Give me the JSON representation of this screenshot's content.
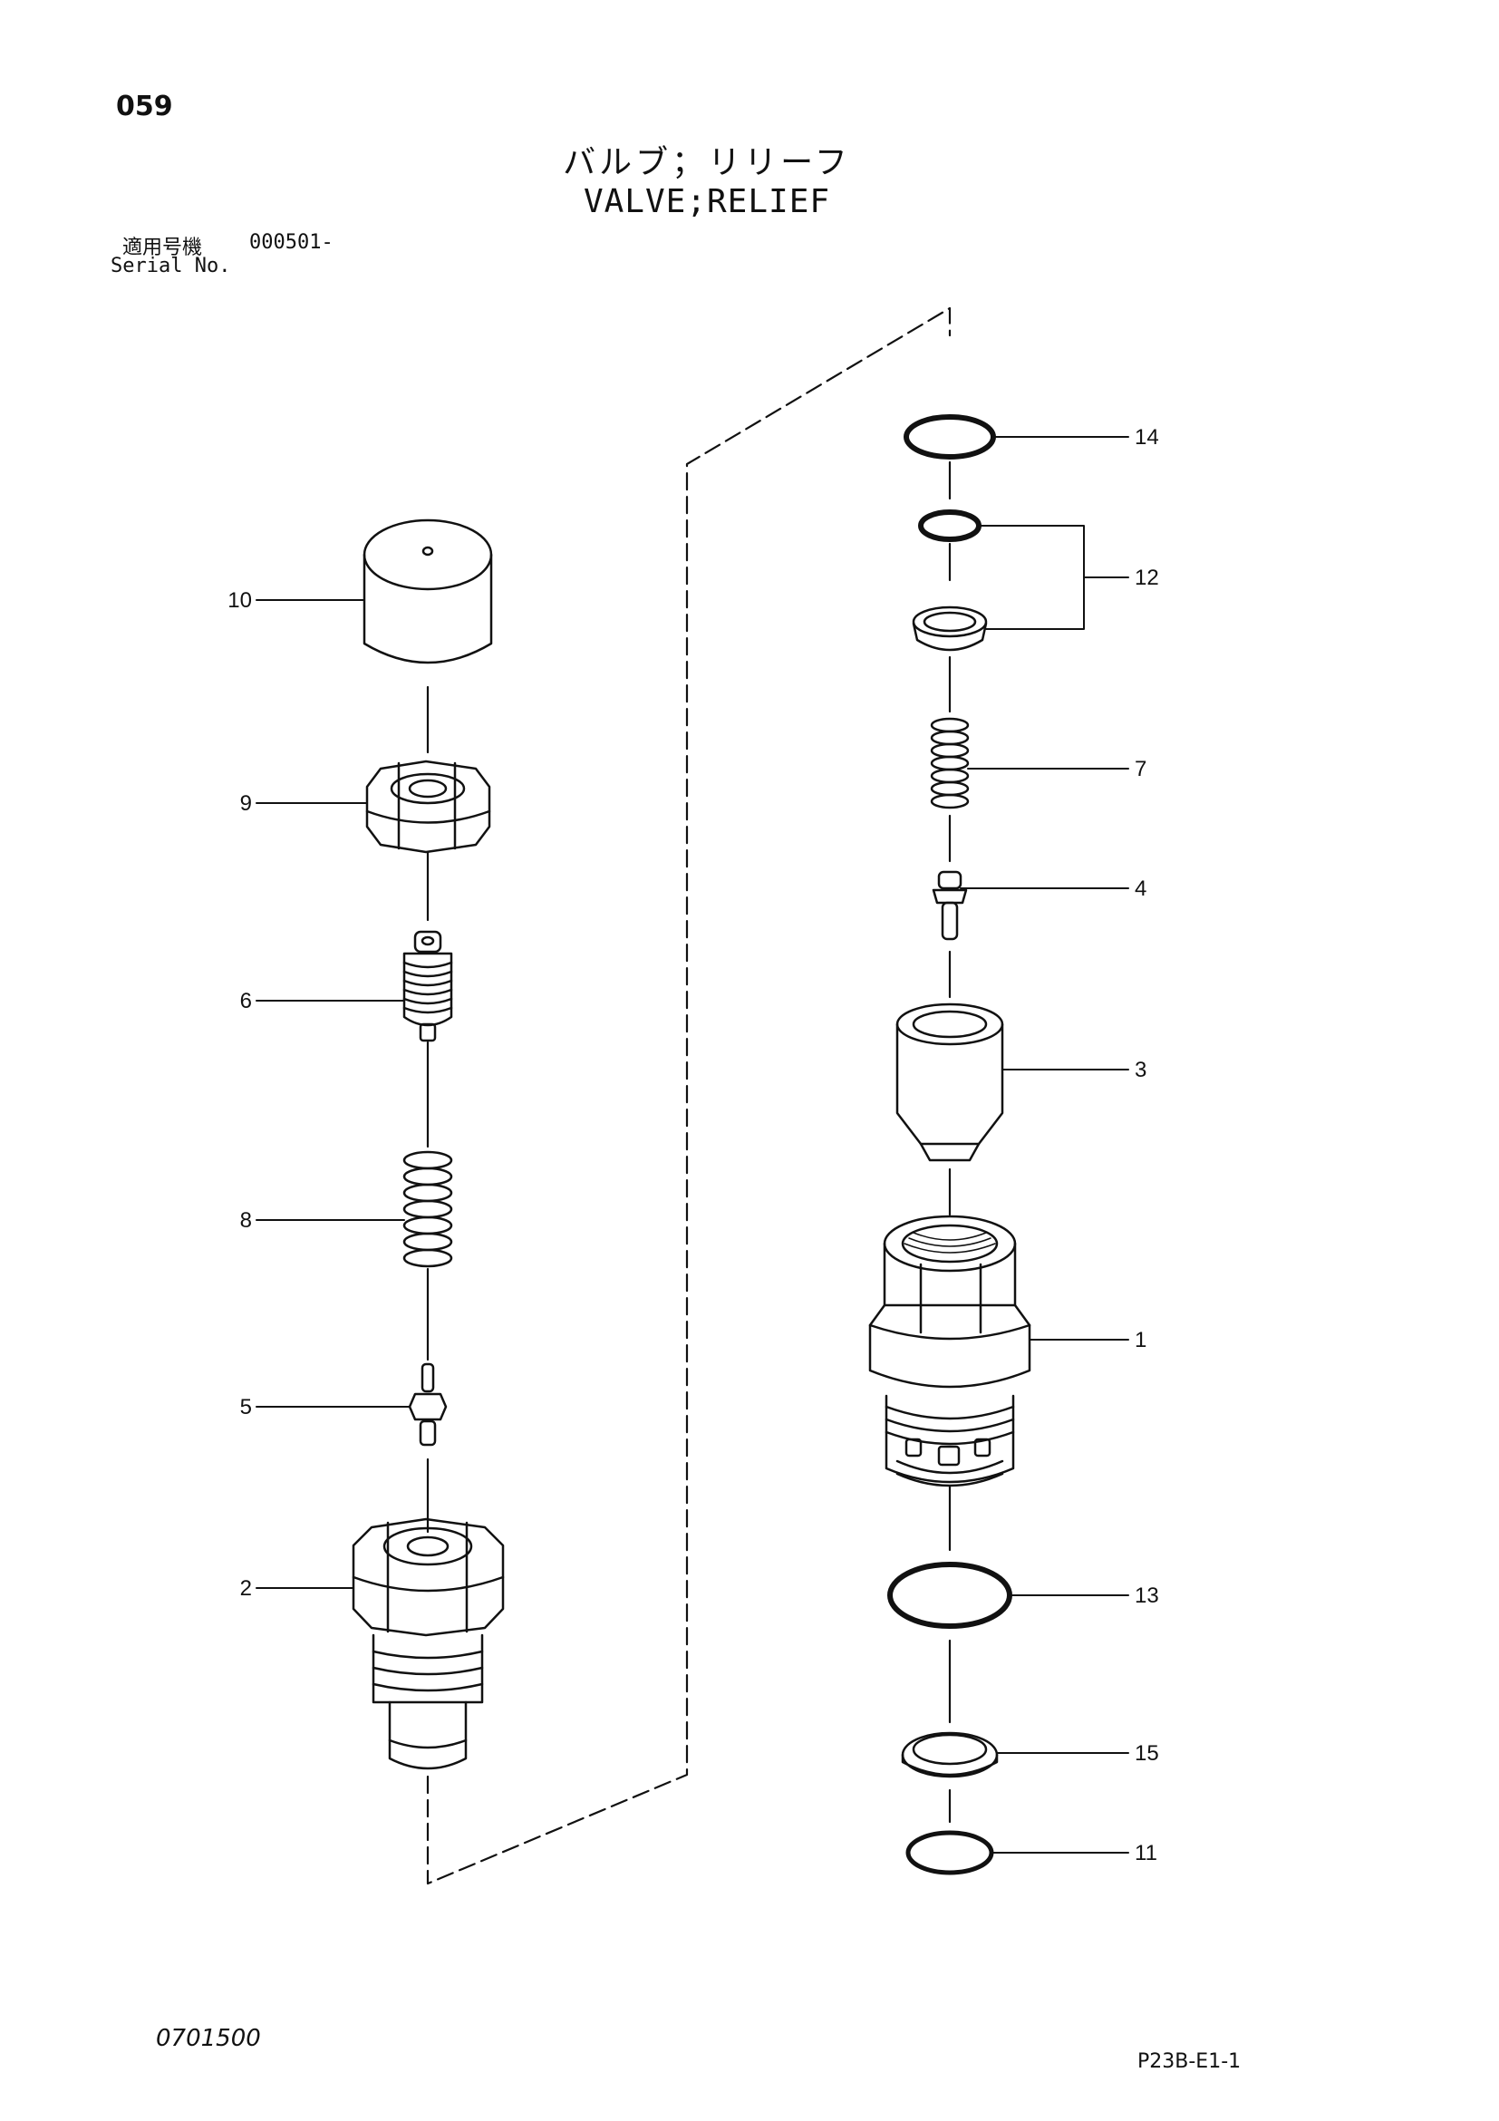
{
  "header": {
    "page_number": "059",
    "title_ja": "バルブ；リリーフ",
    "title_en": "VALVE;RELIEF",
    "serial_label_ja": "適用号機",
    "serial_range": "000501-",
    "serial_label_en": "Serial No."
  },
  "footer": {
    "doc_code": "0701500",
    "ref_code": "P23B-E1-1"
  },
  "parts": [
    {
      "id": "part-10",
      "number": "10"
    },
    {
      "id": "part-9",
      "number": "9"
    },
    {
      "id": "part-6",
      "number": "6"
    },
    {
      "id": "part-8",
      "number": "8"
    },
    {
      "id": "part-5",
      "number": "5"
    },
    {
      "id": "part-2",
      "number": "2"
    },
    {
      "id": "part-14",
      "number": "14"
    },
    {
      "id": "part-12",
      "number": "12"
    },
    {
      "id": "part-7",
      "number": "7"
    },
    {
      "id": "part-4",
      "number": "4"
    },
    {
      "id": "part-3",
      "number": "3"
    },
    {
      "id": "part-1",
      "number": "1"
    },
    {
      "id": "part-13",
      "number": "13"
    },
    {
      "id": "part-15",
      "number": "15"
    },
    {
      "id": "part-11",
      "number": "11"
    }
  ]
}
